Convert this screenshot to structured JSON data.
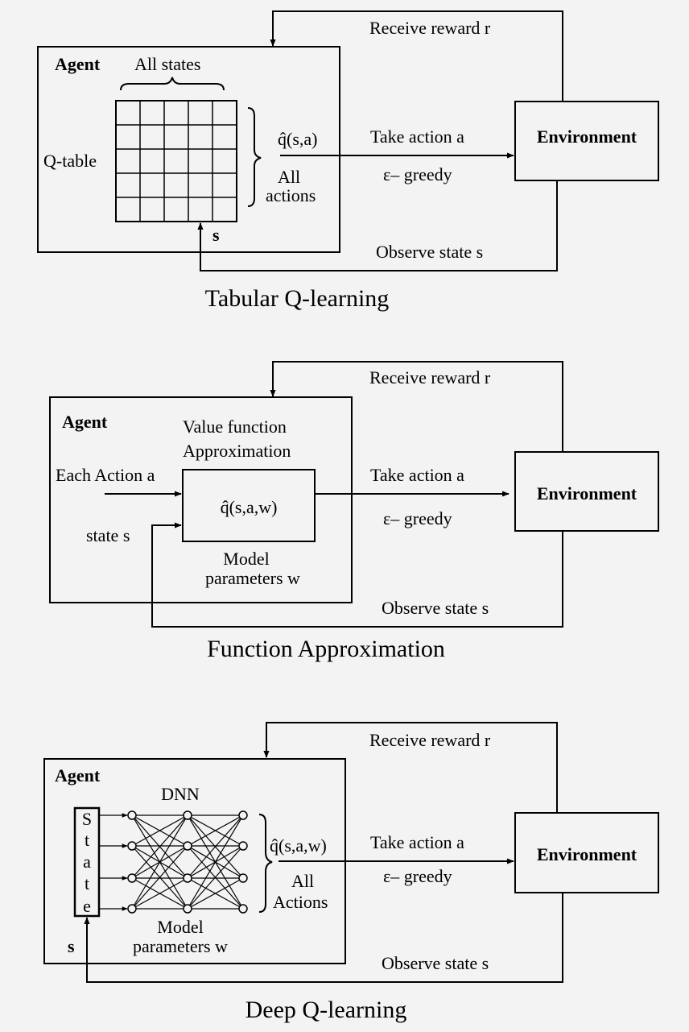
{
  "tabular": {
    "agent": "Agent",
    "all_states": "All states",
    "qtable": "Q-table",
    "qhat": "q̂(s,a)",
    "all": "All",
    "actions": "actions",
    "s": "s",
    "reward": "Receive reward r",
    "take_action": "Take action a",
    "greedy": "ε– greedy",
    "environment": "Environment",
    "observe": "Observe state s",
    "caption": "Tabular Q-learning"
  },
  "funcapprox": {
    "agent": "Agent",
    "vf1": "Value function",
    "vf2": "Approximation",
    "each_action": "Each Action a",
    "state_s": "state s",
    "qhat": "q̂(s,a,w)",
    "model": "Model",
    "params": "parameters w",
    "reward": "Receive reward r",
    "take_action": "Take action a",
    "greedy": "ε– greedy",
    "environment": "Environment",
    "observe": "Observe state s",
    "caption": "Function Approximation"
  },
  "deepq": {
    "agent": "Agent",
    "dnn": "DNN",
    "state_letters": [
      "S",
      "t",
      "a",
      "t",
      "e"
    ],
    "s": "s",
    "qhat": "q̂(s,a,w)",
    "all": "All",
    "actions": "Actions",
    "model": "Model",
    "params": "parameters w",
    "reward": "Receive reward r",
    "take_action": "Take action a",
    "greedy": "ε– greedy",
    "environment": "Environment",
    "observe": "Observe state s",
    "caption": "Deep Q-learning"
  }
}
